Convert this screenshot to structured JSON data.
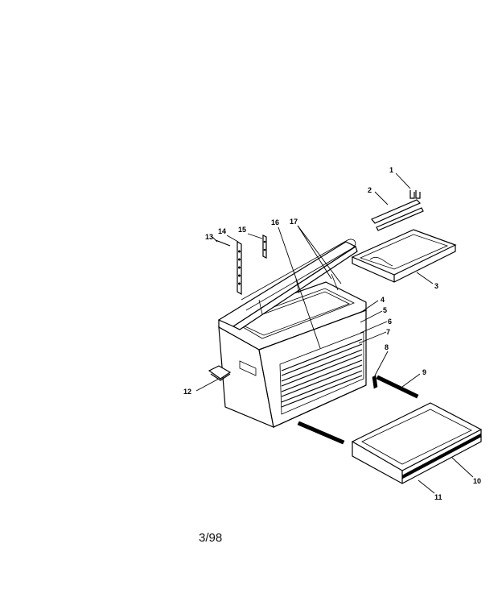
{
  "diagram": {
    "part_numbers": [
      "1",
      "2",
      "3",
      "4",
      "5",
      "6",
      "7",
      "8",
      "9",
      "10",
      "11",
      "12",
      "13",
      "14",
      "15",
      "16",
      "17"
    ]
  },
  "footer": {
    "code": "3/98"
  }
}
